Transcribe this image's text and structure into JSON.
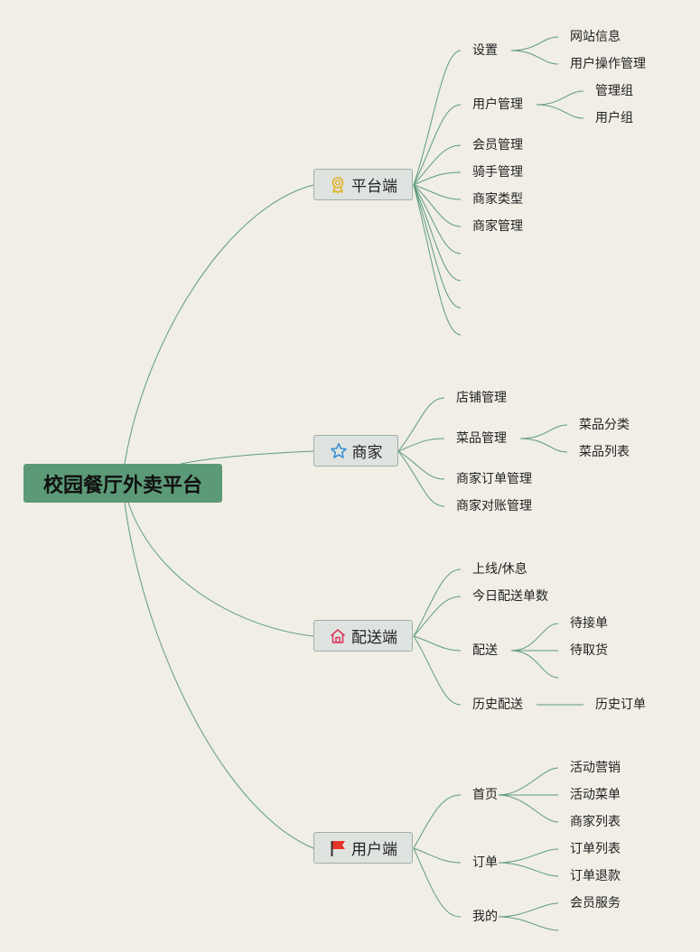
{
  "root": "校园餐厅外卖平台",
  "branches": [
    {
      "label": "平台端",
      "icon": "award-ribbon-icon",
      "children": [
        {
          "label": "设置",
          "children": [
            "网站信息",
            "用户操作管理"
          ]
        },
        {
          "label": "用户管理",
          "children": [
            "管理组",
            "用户组"
          ]
        },
        {
          "label": "会员管理"
        },
        {
          "label": "骑手管理"
        },
        {
          "label": "商家类型"
        },
        {
          "label": "商家管理"
        }
      ]
    },
    {
      "label": "商家",
      "icon": "star-icon",
      "children": [
        {
          "label": "店铺管理"
        },
        {
          "label": "菜品管理",
          "children": [
            "菜品分类",
            "菜品列表"
          ]
        },
        {
          "label": "商家订单管理"
        },
        {
          "label": "商家对账管理"
        }
      ]
    },
    {
      "label": "配送端",
      "icon": "home-icon",
      "children": [
        {
          "label": "上线/休息"
        },
        {
          "label": "今日配送单数"
        },
        {
          "label": "配送",
          "children": [
            "待接单",
            "待取货"
          ]
        },
        {
          "label": "历史配送",
          "children": [
            "历史订单"
          ]
        }
      ]
    },
    {
      "label": "用户端",
      "icon": "red-flag-icon",
      "children": [
        {
          "label": "首页",
          "children": [
            "活动营销",
            "活动菜单",
            "商家列表"
          ]
        },
        {
          "label": "订单",
          "children": [
            "订单列表",
            "订单退款"
          ]
        },
        {
          "label": "我的",
          "children": [
            "会员服务"
          ]
        }
      ]
    }
  ],
  "colors": {
    "background": "#f0eee5",
    "root_fill": "#5c9a77",
    "branch_fill": "#dfe3e0",
    "link": "#5f9b7d"
  }
}
